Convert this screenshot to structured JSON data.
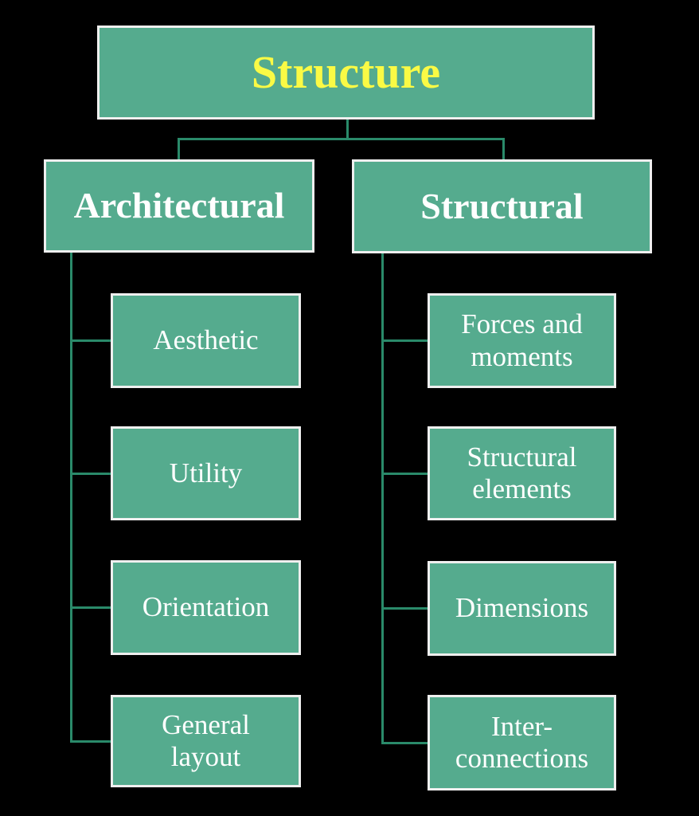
{
  "diagram": {
    "root": {
      "label": "Structure"
    },
    "branches": [
      {
        "label": "Architectural",
        "children": [
          {
            "label": "Aesthetic"
          },
          {
            "label": "Utility"
          },
          {
            "label": "Orientation"
          },
          {
            "label": "General layout"
          }
        ]
      },
      {
        "label": "Structural",
        "children": [
          {
            "label": "Forces and moments"
          },
          {
            "label": "Structural elements"
          },
          {
            "label": "Dimensions"
          },
          {
            "label": "Inter-connections"
          }
        ]
      }
    ],
    "colors": {
      "background": "#000000",
      "box_fill": "#55AB8E",
      "box_border": "#EFEFEF",
      "connector_line": "#2A8A6A",
      "root_text": "#FAFA45",
      "label_text": "#FFFFFF"
    }
  }
}
